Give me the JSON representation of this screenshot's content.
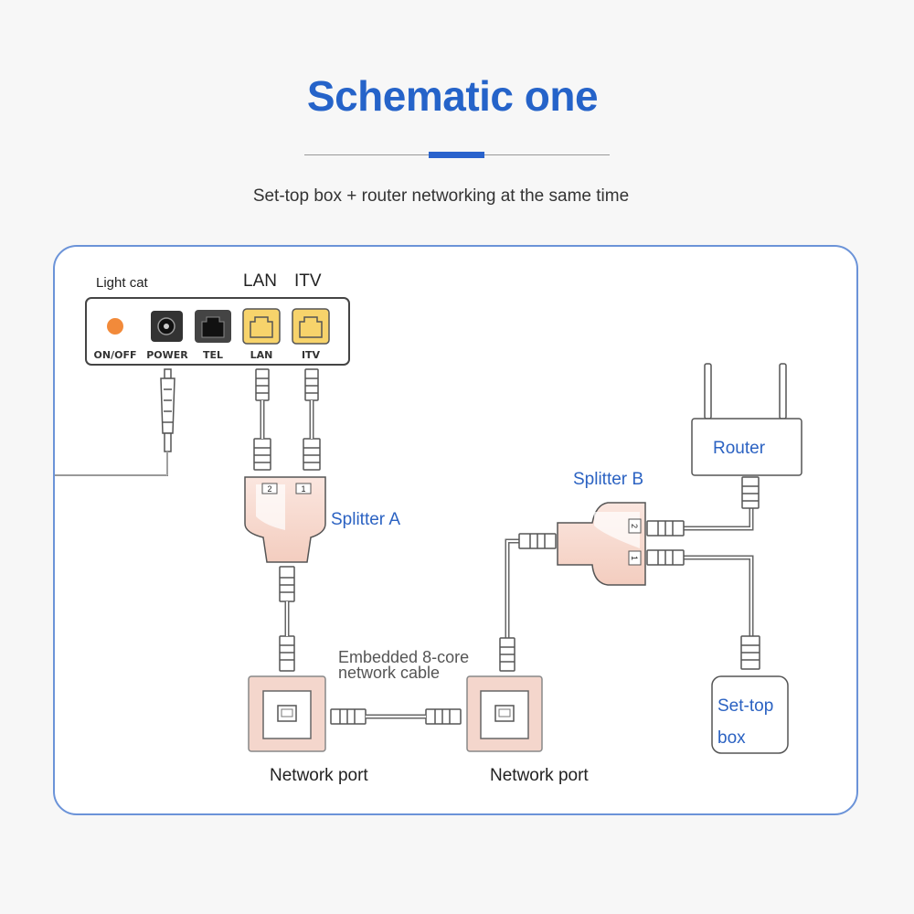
{
  "header": {
    "title": "Schematic one",
    "subtitle": "Set-top box + router networking at the same time"
  },
  "modem": {
    "title": "Light cat",
    "top_labels": {
      "lan": "LAN",
      "itv": "ITV"
    },
    "ports": {
      "onoff": "ON/OFF",
      "power": "POWER",
      "tel": "TEL",
      "lan": "LAN",
      "itv": "ITV"
    }
  },
  "splitter_a": {
    "label": "Splitter A",
    "port_2": "2",
    "port_1": "1"
  },
  "splitter_b": {
    "label": "Splitter B",
    "port_2": "2",
    "port_1": "1"
  },
  "router": {
    "label": "Router"
  },
  "settop": {
    "line1": "Set-top",
    "line2": "box"
  },
  "cable": {
    "line1": "Embedded 8-core",
    "line2": "network cable"
  },
  "wall_ports": {
    "left": "Network port",
    "right": "Network port"
  },
  "colors": {
    "title_blue": "#2563c9",
    "panel_border": "#6b93d8",
    "label_blue": "#2b62c2",
    "port_yellow": "#f7d36b",
    "onoff_orange": "#f28a3a",
    "splitter_pink": "#f6d8cf",
    "wallplate_pink": "#f4d6cc"
  }
}
